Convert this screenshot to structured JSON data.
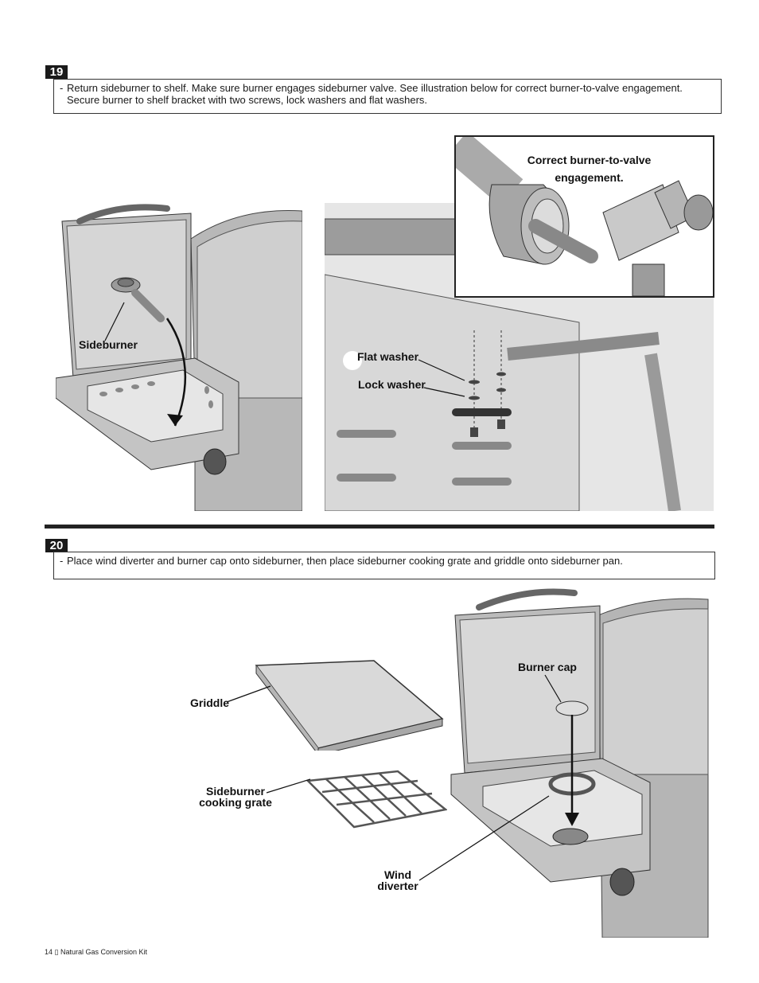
{
  "step19": {
    "number": "19",
    "instruction": "Return sideburner to shelf.  Make sure burner engages sideburner valve.  See illustration below for correct burner-to-valve engagement.  Secure burner to shelf bracket with two screws, lock washers and flat washers.",
    "labels": {
      "sideburner": "Sideburner",
      "flat_washer": "Flat washer",
      "lock_washer": "Lock washer",
      "inset_caption_line1": "Correct burner-to-valve",
      "inset_caption_line2": "engagement."
    }
  },
  "step20": {
    "number": "20",
    "instruction": "Place wind diverter and burner cap onto sideburner, then place sideburner cooking grate and griddle onto sideburner pan.",
    "labels": {
      "griddle": "Griddle",
      "grate_line1": "Sideburner",
      "grate_line2": "cooking grate",
      "burner_cap": "Burner cap",
      "wind_line1": "Wind",
      "wind_line2": "diverter"
    }
  },
  "footer": {
    "page_number": "14",
    "separator": "▯",
    "title": "Natural Gas Conversion Kit"
  },
  "colors": {
    "ink": "#1a1a1a",
    "panel_gray": "#e3e3e3",
    "metal_gray": "#a8a8a8"
  }
}
